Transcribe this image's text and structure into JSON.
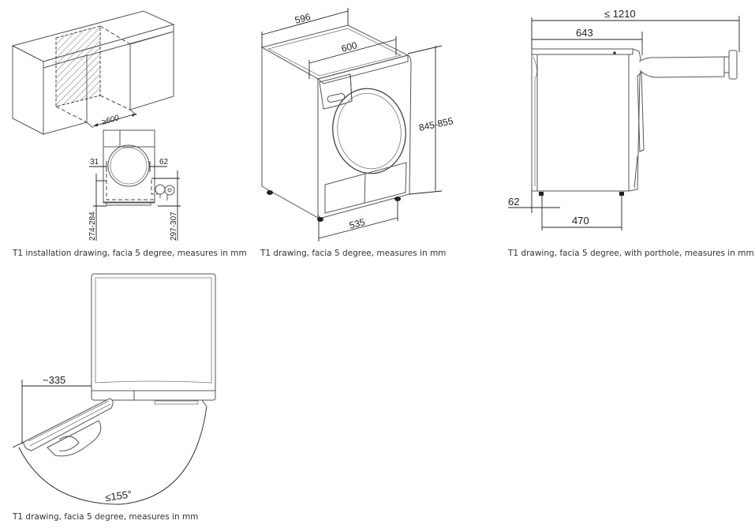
{
  "figures": [
    {
      "id": "installation",
      "caption": "T1 installation drawing, facia 5 degree, measures in mm",
      "dimensions": {
        "niche_width": "≥600",
        "left_offset": "31",
        "right_offset": "62",
        "left_height": "274-284",
        "right_height": "297-307"
      }
    },
    {
      "id": "perspective",
      "caption": "T1 drawing, facia 5 degree, measures in mm",
      "dimensions": {
        "width": "596",
        "depth_top": "600",
        "height": "845-855",
        "foot_span": "535"
      }
    },
    {
      "id": "side",
      "caption": "T1 drawing, facia 5 degree, with porthole, measures in mm",
      "dimensions": {
        "total_depth": "≤ 1210",
        "body_depth": "643",
        "rear_offset": "62",
        "foot_span": "470"
      }
    },
    {
      "id": "top-door",
      "caption": "T1 drawing, facia 5 degree, measures in mm",
      "dimensions": {
        "door_projection": "~335",
        "door_angle": "≤155°"
      }
    }
  ],
  "colors": {
    "line": "#555555",
    "dimension": "#222222",
    "hatch": "#666666",
    "background": "#ffffff"
  }
}
